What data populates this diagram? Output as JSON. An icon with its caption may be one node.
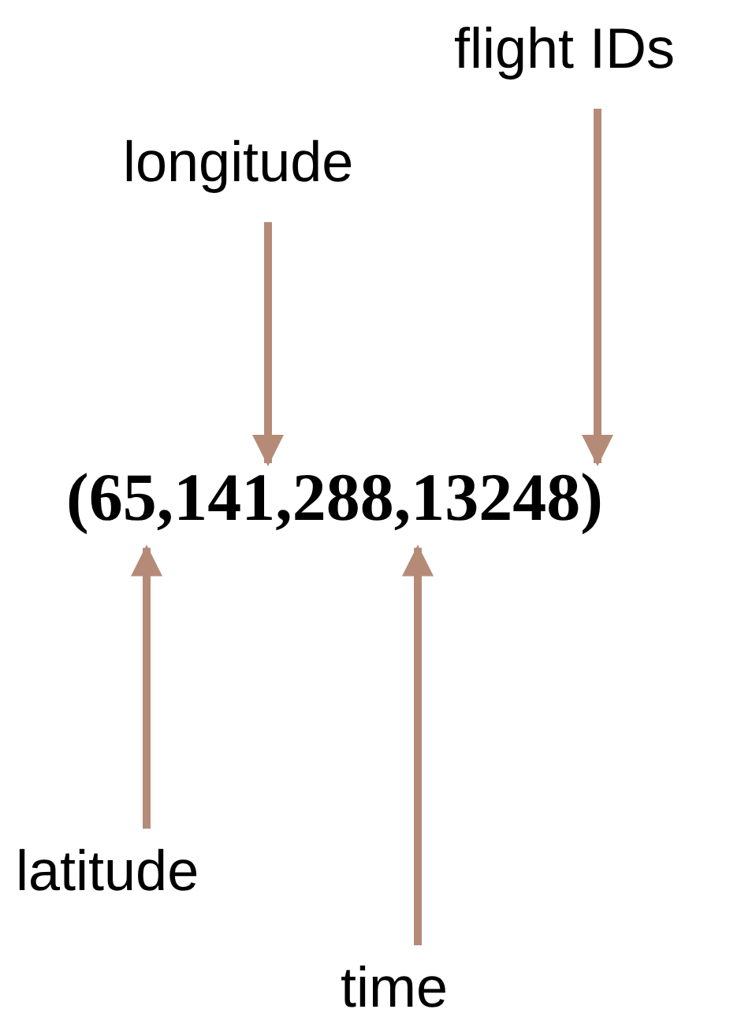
{
  "diagram": {
    "nodes": [
      {
        "text": [
          "flight IDs"
        ]
      },
      {
        "text": [
          "longitude"
        ]
      },
      {
        "text": [
          "(65,141,288,13248)"
        ]
      },
      {
        "text": [
          "latitude"
        ]
      },
      {
        "text": [
          "time"
        ]
      }
    ],
    "edges": [
      {
        "from": 0,
        "to": 2,
        "arrow": "to"
      },
      {
        "from": 1,
        "to": 2,
        "arrow": "to"
      },
      {
        "from": 3,
        "to": 2,
        "arrow": "to"
      },
      {
        "from": 4,
        "to": 2,
        "arrow": "to"
      }
    ]
  }
}
